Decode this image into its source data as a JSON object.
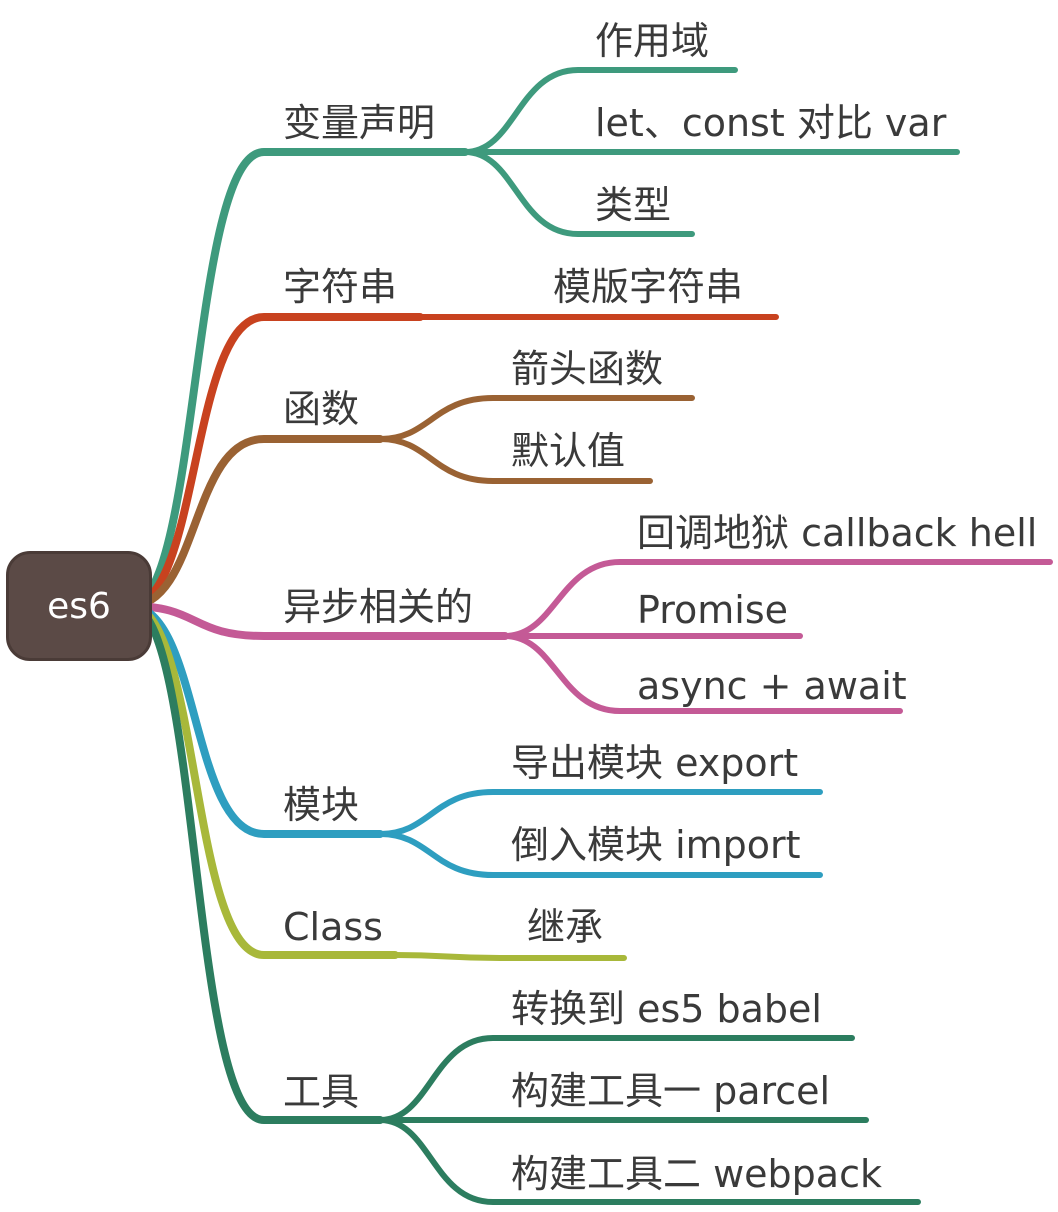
{
  "root": {
    "label": "es6",
    "color": "#5b4a46"
  },
  "branches": [
    {
      "label": "变量声明",
      "color": "#3e9a7d",
      "children": [
        "作用域",
        "let、const 对比 var",
        "类型"
      ]
    },
    {
      "label": "字符串",
      "color": "#c8421f",
      "children": [
        "模版字符串"
      ]
    },
    {
      "label": "函数",
      "color": "#9a6233",
      "children": [
        "箭头函数",
        "默认值"
      ]
    },
    {
      "label": "异步相关的",
      "color": "#c45a96",
      "children": [
        "回调地狱 callback hell",
        "Promise",
        "async + await"
      ]
    },
    {
      "label": "模块",
      "color": "#2e9ec0",
      "children": [
        "导出模块 export",
        "倒入模块 import"
      ]
    },
    {
      "label": "Class",
      "color": "#a8b83a",
      "children": [
        "继承"
      ]
    },
    {
      "label": "工具",
      "color": "#2c7d5f",
      "children": [
        "转换到 es5 babel",
        "构建工具一 parcel",
        "构建工具二 webpack"
      ]
    }
  ]
}
